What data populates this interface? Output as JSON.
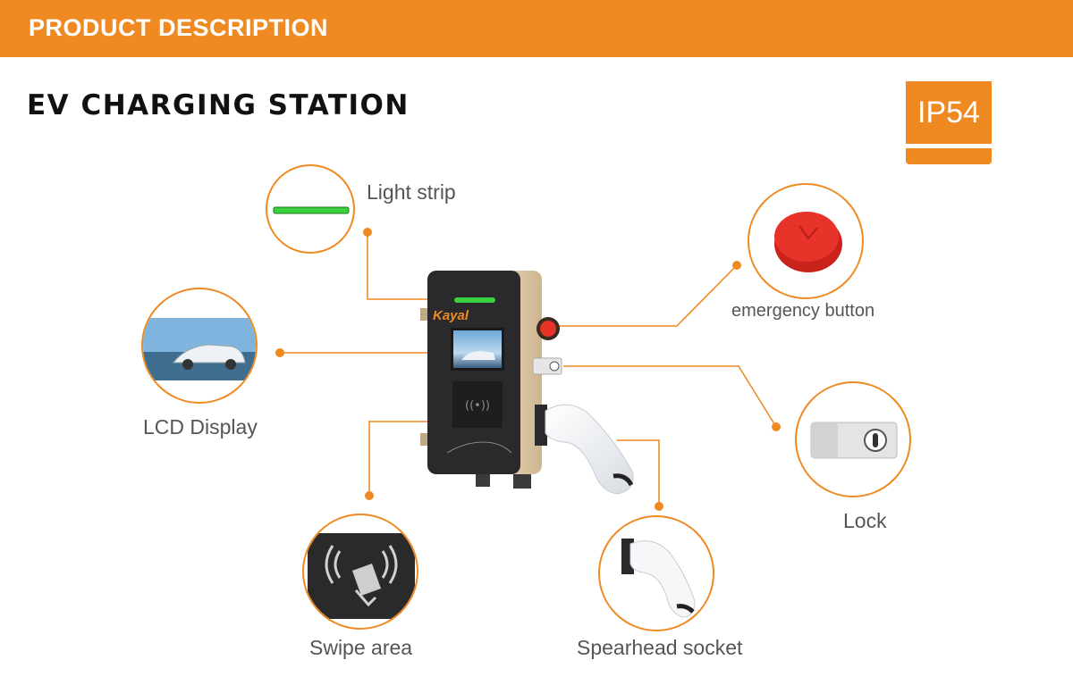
{
  "header": {
    "banner_title": "PRODUCT DESCRIPTION"
  },
  "main": {
    "title": "EV CHARGING STATION"
  },
  "badge": {
    "rating": "IP54"
  },
  "charger": {
    "brand": "Kayal"
  },
  "features": {
    "light_strip": "Light strip",
    "lcd_display": "LCD Display",
    "swipe_area": "Swipe area",
    "emergency_button": "emergency button",
    "lock": "Lock",
    "socket": "Spearhead socket"
  },
  "colors": {
    "accent": "#ef8a22",
    "strip_green": "#39d23c",
    "emergency_red": "#e8332a"
  }
}
